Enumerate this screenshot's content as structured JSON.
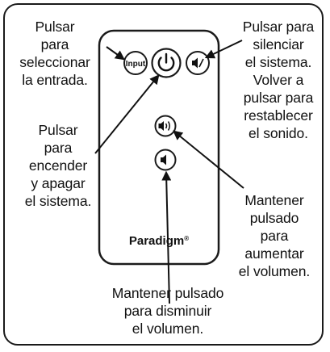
{
  "callouts": {
    "input": [
      "Pulsar",
      "para",
      "seleccionar",
      "la entrada."
    ],
    "power": [
      "Pulsar",
      "para",
      "encender",
      "y apagar",
      "el sistema."
    ],
    "mute": [
      "Pulsar para",
      "silenciar",
      "el sistema.",
      "Volver a",
      "pulsar para",
      "restablecer",
      "el sonido."
    ],
    "volume_up": [
      "Mantener",
      "pulsado",
      "para",
      "aumentar",
      "el volumen."
    ],
    "volume_down": [
      "Mantener pulsado",
      "para disminuir",
      "el volumen."
    ]
  },
  "remote": {
    "input_button_label": "Input",
    "brand": "Paradigm",
    "brand_mark": "®"
  },
  "icons": {
    "power": "power-icon",
    "mute": "speaker-mute-icon",
    "volume_up": "speaker-waves-icon",
    "volume_down": "speaker-icon"
  },
  "colors": {
    "ink": "#111111",
    "remote_fill": "#ffffff",
    "remote_stroke": "#1a1a1a"
  }
}
